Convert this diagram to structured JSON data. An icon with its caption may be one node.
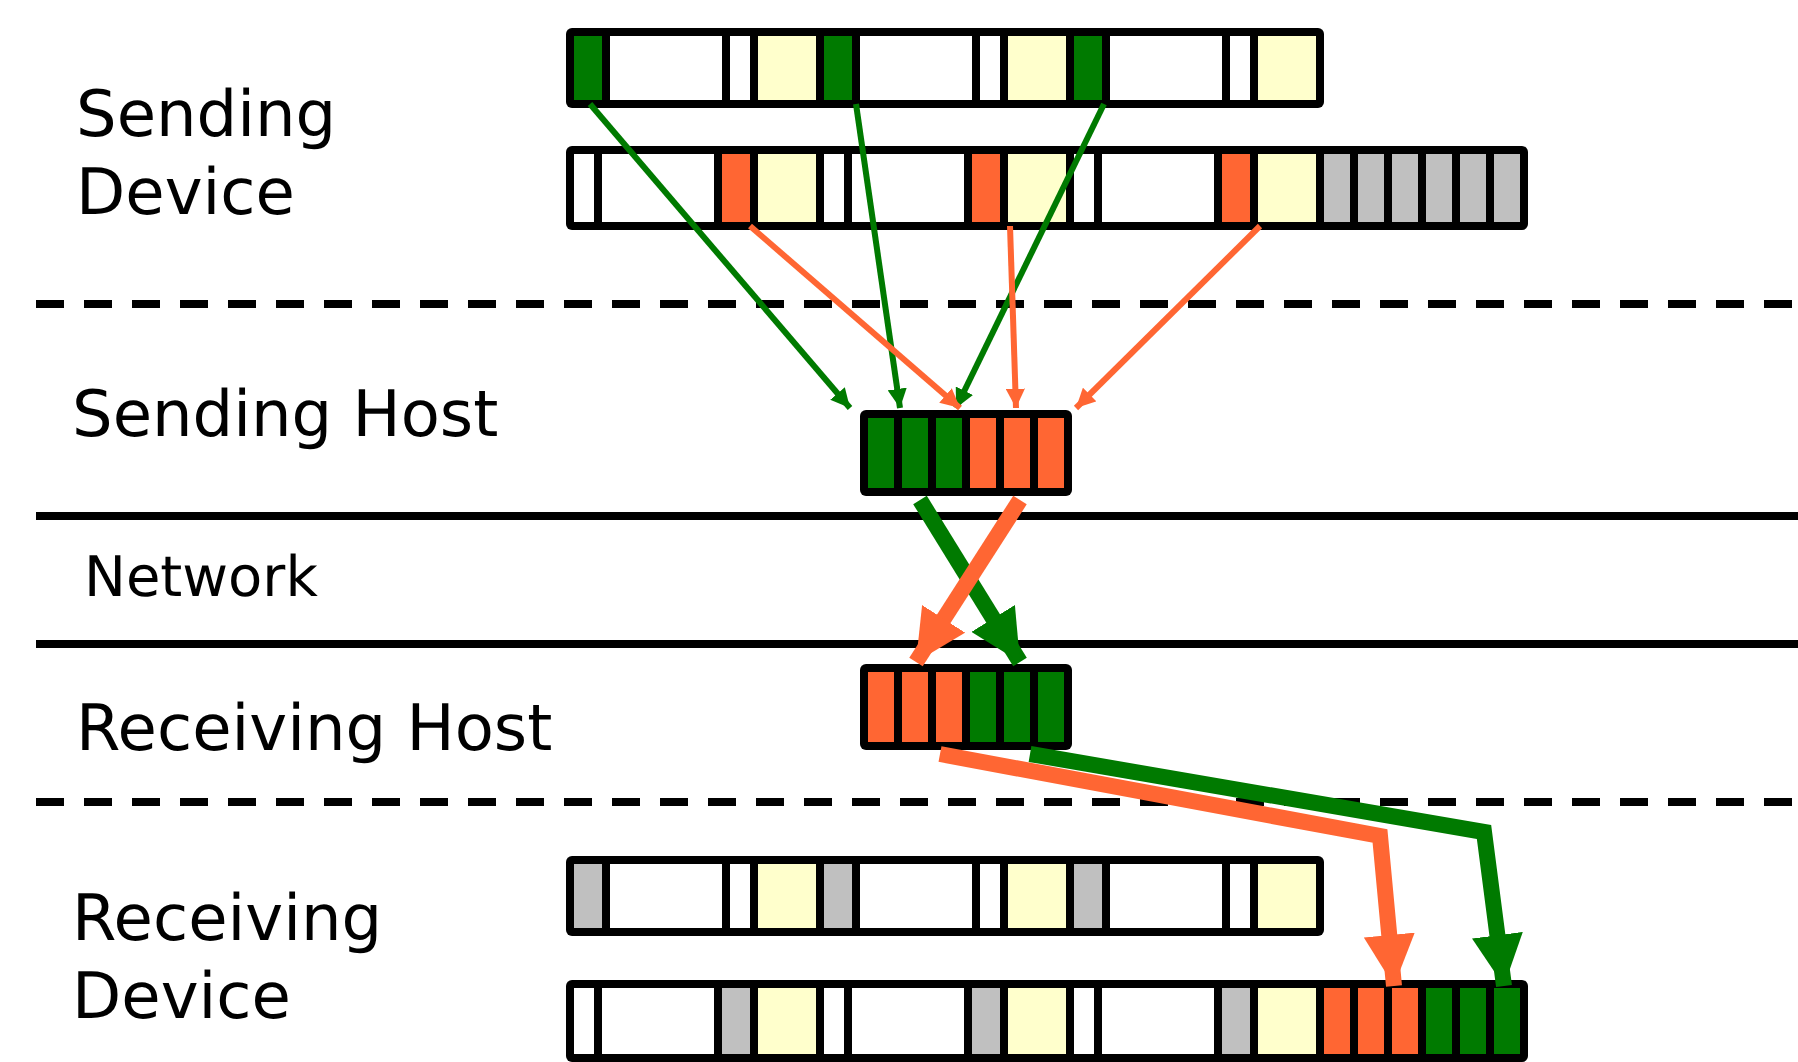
{
  "diagram": {
    "nodes": [
      {
        "text": [],
        "shape": "bar"
      },
      {
        "text": [],
        "shape": "box",
        "in": 0
      },
      {
        "text": [],
        "shape": "box",
        "in": 0
      },
      {
        "text": [],
        "shape": "box",
        "in": 0
      },
      {
        "text": [],
        "shape": "bar"
      },
      {
        "text": [],
        "shape": "box",
        "in": 4
      },
      {
        "text": [],
        "shape": "box",
        "in": 4
      },
      {
        "text": [],
        "shape": "box",
        "in": 4
      },
      {
        "text": [],
        "shape": "bar"
      },
      {
        "text": [],
        "shape": "bar"
      },
      {
        "text": [],
        "shape": "bar"
      },
      {
        "text": [],
        "shape": "bar"
      },
      {
        "text": [],
        "shape": "box",
        "in": 11
      },
      {
        "text": [],
        "shape": "box",
        "in": 11
      }
    ],
    "edges": [
      {
        "from": 1,
        "to": 8,
        "arrow": "to",
        "color": "#007a00"
      },
      {
        "from": 2,
        "to": 8,
        "arrow": "to",
        "color": "#007a00"
      },
      {
        "from": 3,
        "to": 8,
        "arrow": "to",
        "color": "#007a00"
      },
      {
        "from": 5,
        "to": 8,
        "arrow": "to",
        "color": "#ff6633"
      },
      {
        "from": 6,
        "to": 8,
        "arrow": "to",
        "color": "#ff6633"
      },
      {
        "from": 7,
        "to": 8,
        "arrow": "to",
        "color": "#ff6633"
      },
      {
        "from": 8,
        "to": 9,
        "arrow": "to",
        "style": "thick",
        "color": "#007a00"
      },
      {
        "from": 8,
        "to": 9,
        "arrow": "to",
        "style": "thick",
        "color": "#ff6633"
      },
      {
        "from": 9,
        "to": 12,
        "arrow": "to",
        "style": "thick",
        "color": "#ff6633"
      },
      {
        "from": 9,
        "to": 13,
        "arrow": "to",
        "style": "thick",
        "color": "#007a00"
      }
    ],
    "labels": [
      "Sending Device",
      "Sending Host",
      "Network",
      "Receiving Host",
      "Receiving Device"
    ]
  }
}
